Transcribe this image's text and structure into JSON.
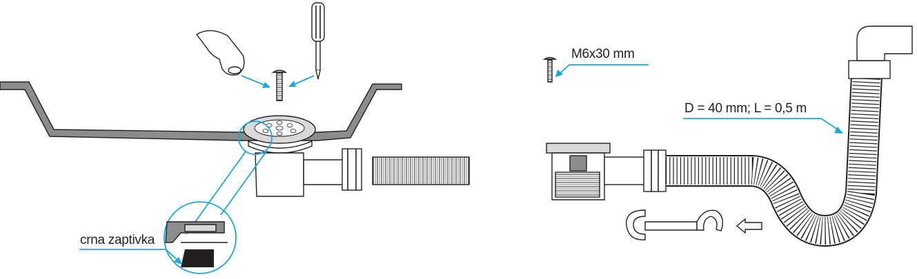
{
  "labels": {
    "gasket": "crna zaptivka",
    "screw": "M6x30 mm",
    "hose": "D = 40 mm; L = 0,5 m"
  },
  "colors": {
    "leader": "#1aa6e0",
    "sink": "#8c8c8c",
    "line": "#231f20"
  }
}
